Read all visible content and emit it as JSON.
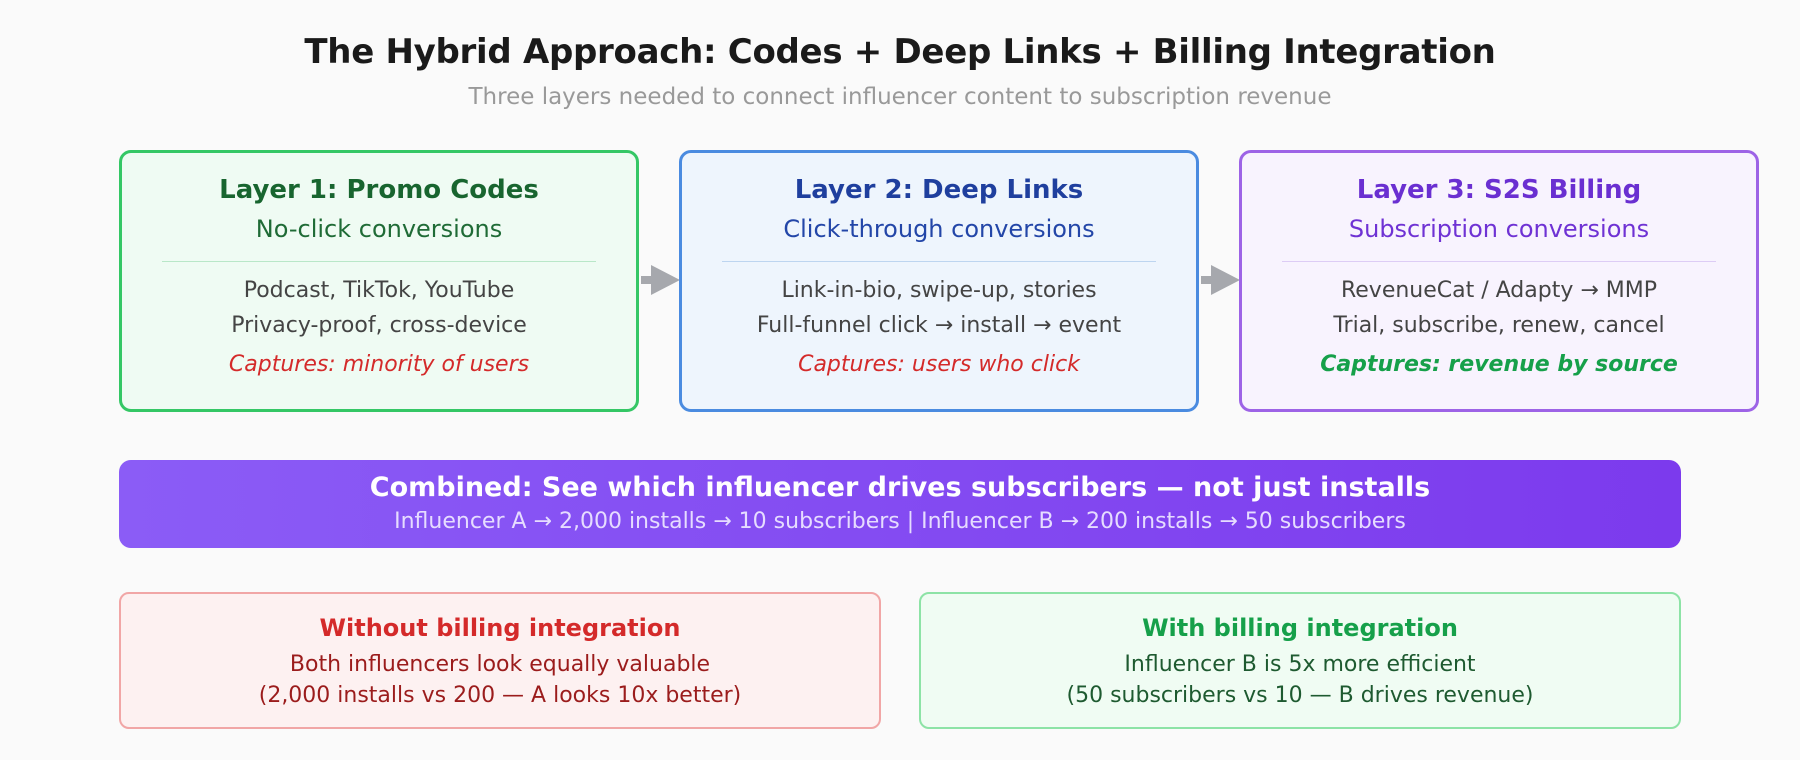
{
  "header": {
    "title": "The Hybrid Approach: Codes + Deep Links + Billing Integration",
    "subtitle": "Three layers needed to connect influencer content to subscription revenue"
  },
  "layers": [
    {
      "title": "Layer 1: Promo Codes",
      "subtitle": "No-click conversions",
      "line1": "Podcast, TikTok, YouTube",
      "line2": "Privacy-proof, cross-device",
      "capture": "Captures: minority of users"
    },
    {
      "title": "Layer 2: Deep Links",
      "subtitle": "Click-through conversions",
      "line1": "Link-in-bio, swipe-up, stories",
      "line2": "Full-funnel click → install → event",
      "capture": "Captures: users who click"
    },
    {
      "title": "Layer 3: S2S Billing",
      "subtitle": "Subscription conversions",
      "line1": "RevenueCat / Adapty → MMP",
      "line2": "Trial, subscribe, renew, cancel",
      "capture": "Captures: revenue by source"
    }
  ],
  "combined": {
    "title": "Combined: See which influencer drives subscribers — not just installs",
    "subtitle": "Influencer A → 2,000 installs → 10 subscribers | Influencer B → 200 installs → 50 subscribers"
  },
  "comparison": {
    "without": {
      "title": "Without billing integration",
      "line1": "Both influencers look equally valuable",
      "line2": "(2,000 installs vs 200 — A looks 10x better)"
    },
    "with": {
      "title": "With billing integration",
      "line1": "Influencer B is 5x more efficient",
      "line2": "(50 subscribers vs 10 — B drives revenue)"
    }
  },
  "icons": {
    "arrow": "arrow-right-icon"
  },
  "colors": {
    "layer1_border": "#34c765",
    "layer2_border": "#4a8be0",
    "layer3_border": "#9d63e6",
    "arrow": "#a6a8ad",
    "combined_start": "#8b5cf6",
    "combined_end": "#7c3aed",
    "negative": "#d42a2a",
    "positive": "#16a04a"
  }
}
